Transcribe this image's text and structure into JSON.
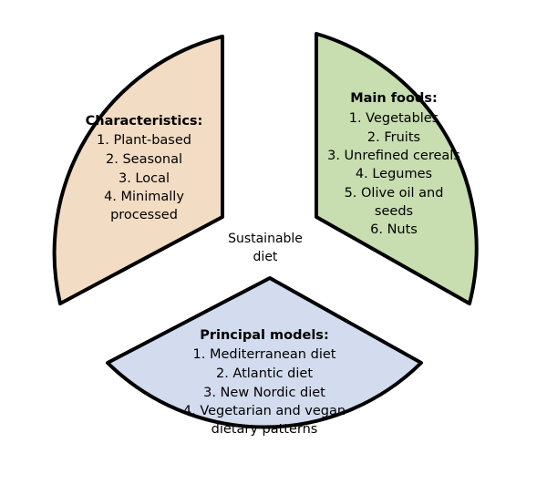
{
  "center_label": {
    "line1": "Sustainable",
    "line2": "diet"
  },
  "segments": {
    "characteristics": {
      "title": "Characteristics:",
      "items": [
        "1. Plant-based",
        "2. Seasonal",
        "3. Local",
        "4. Minimally",
        "processed"
      ],
      "fill_color": "#f2dcc3",
      "border_color": "#000000"
    },
    "main_foods": {
      "title": "Main foods:",
      "items": [
        "1. Vegetables",
        "2. Fruits",
        "3. Unrefined cereals",
        "4. Legumes",
        "5. Olive oil and",
        "seeds",
        "6. Nuts"
      ],
      "fill_color": "#c8ddb0",
      "border_color": "#000000"
    },
    "principal_models": {
      "title": "Principal models:",
      "items": [
        "1. Mediterranean diet",
        "2. Atlantic diet",
        "3. New Nordic diet",
        "4. Vegetarian and vegan",
        "dietary patterns"
      ],
      "fill_color": "#d2dcee",
      "border_color": "#000000"
    }
  }
}
